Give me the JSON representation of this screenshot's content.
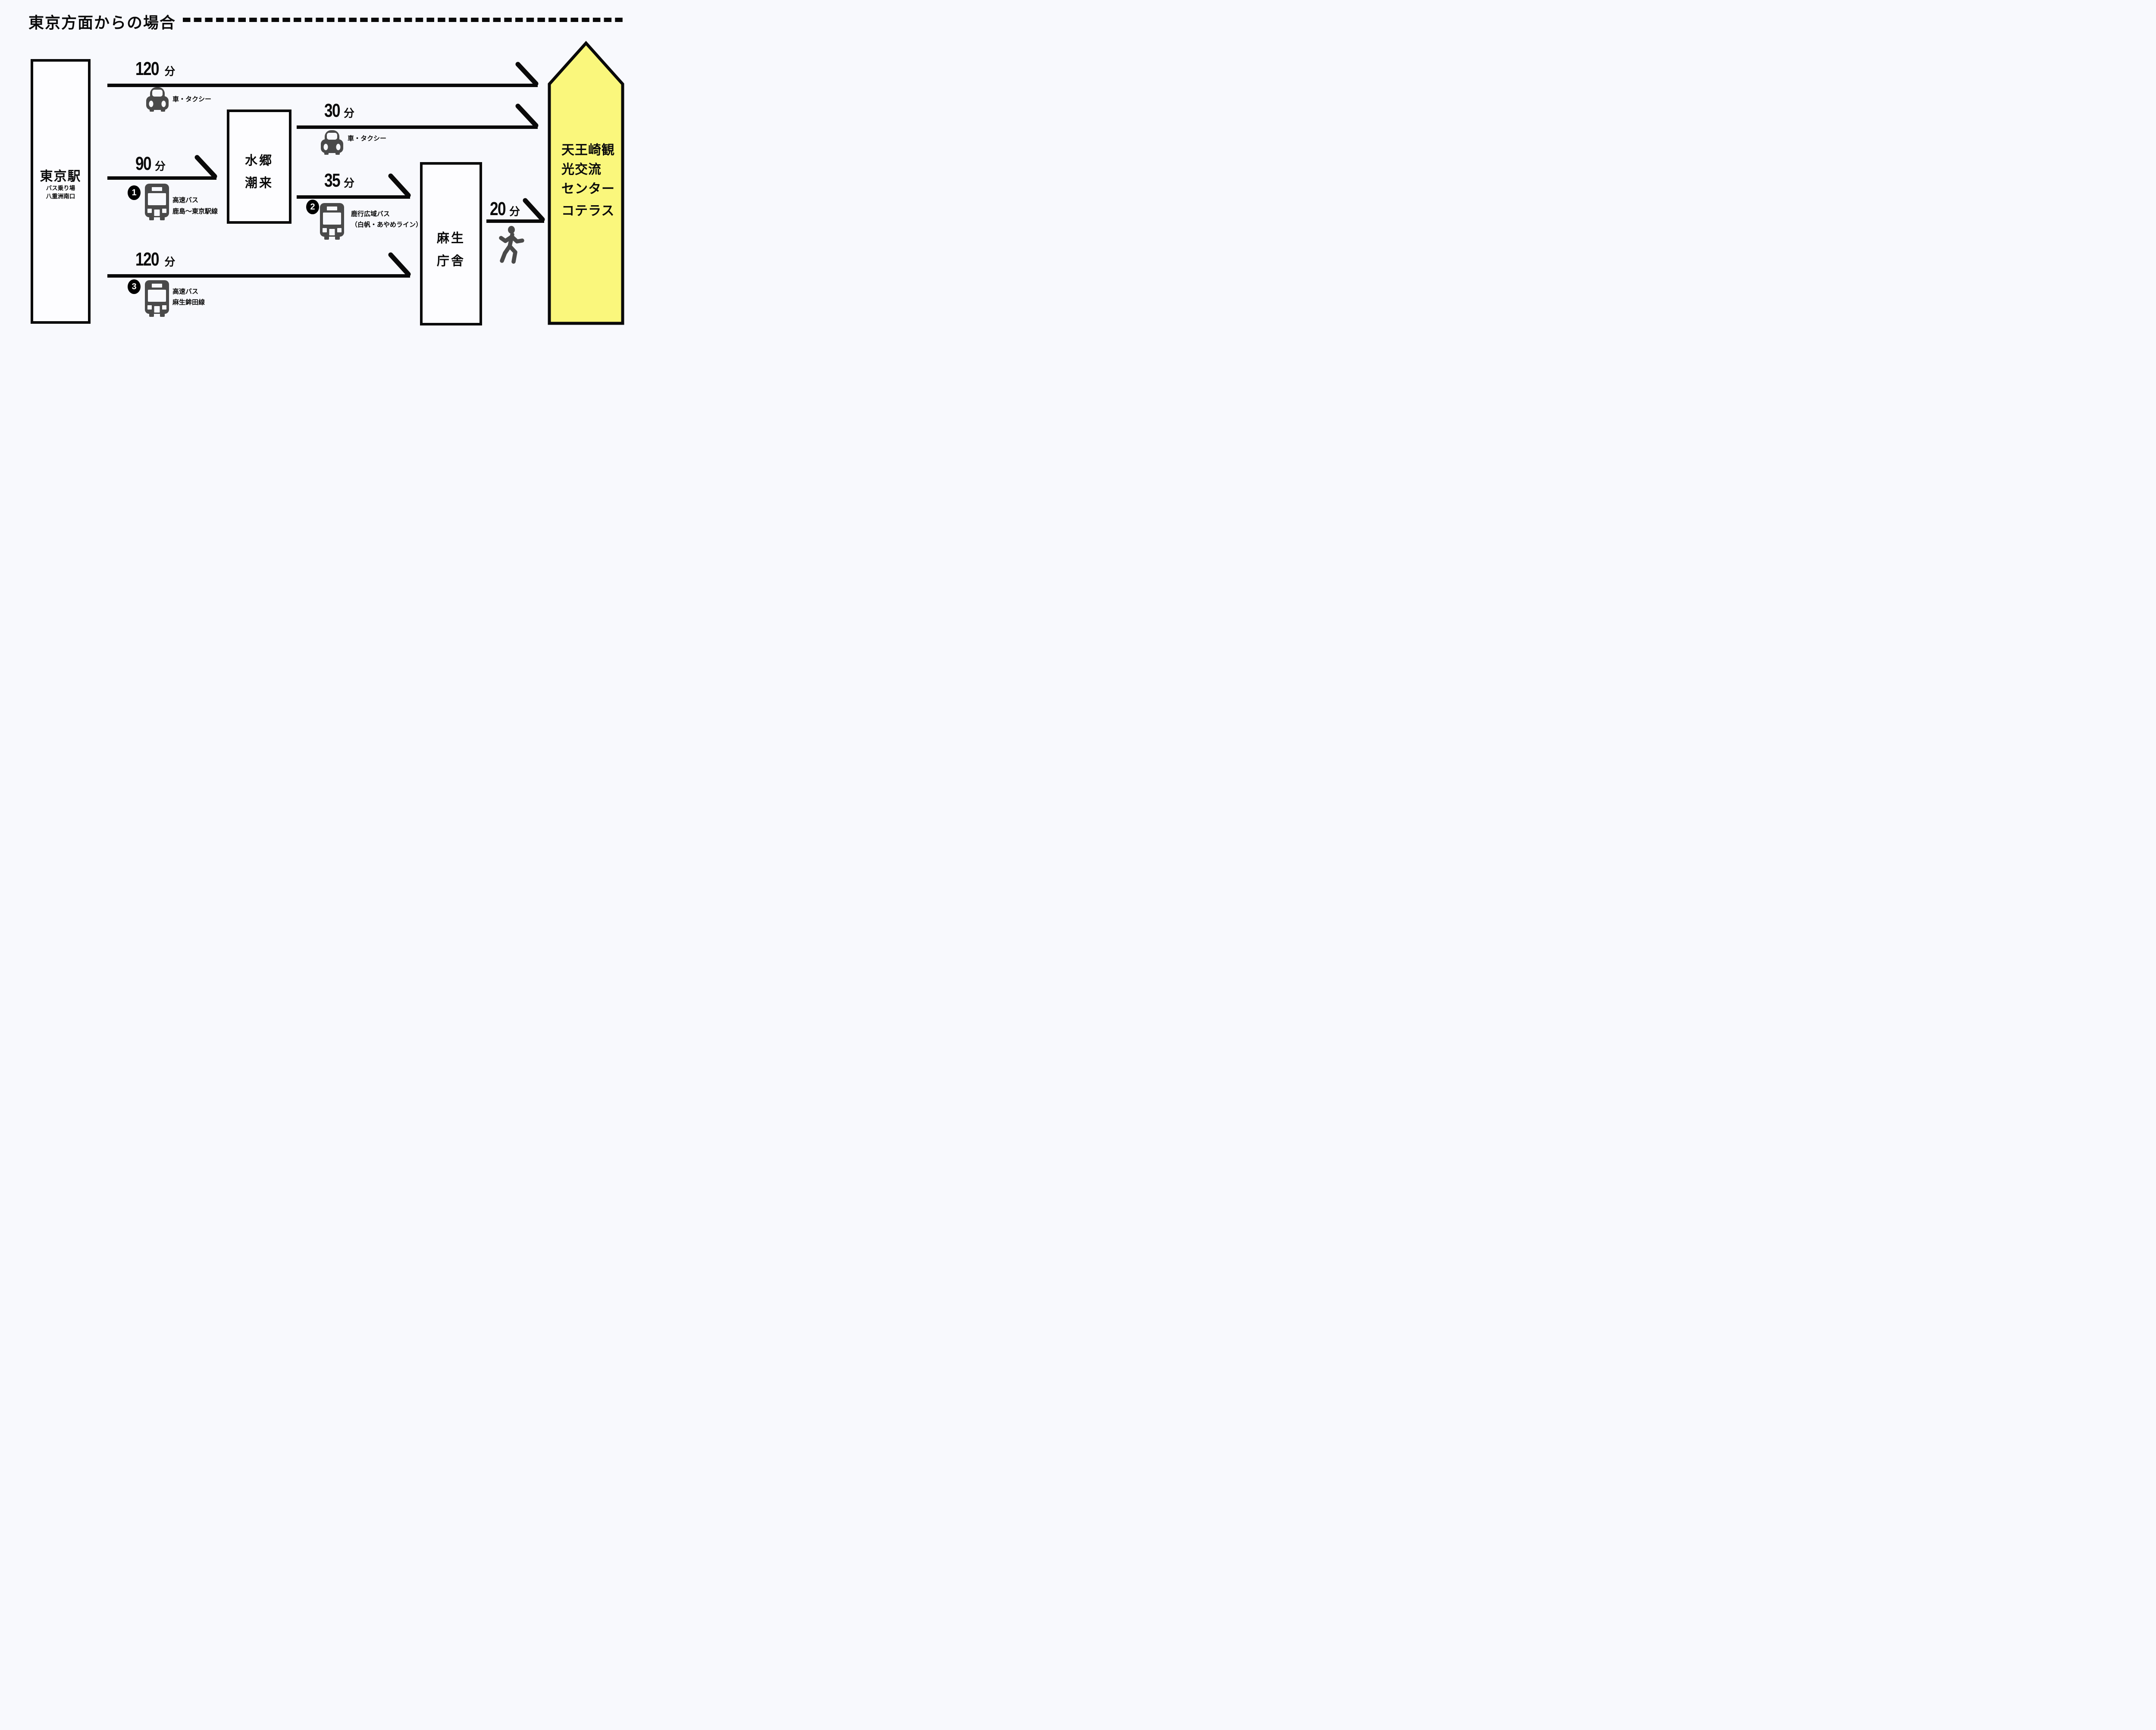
{
  "title": "東京方面からの場合",
  "nodes": {
    "tokyo": {
      "name": "東京駅",
      "sub_line1": "バス乗り場",
      "sub_line2": "八重洲南口"
    },
    "itako": {
      "line1": "水郷",
      "line2": "潮来"
    },
    "aso": {
      "line1": "麻生",
      "line2": "庁舎"
    },
    "destination": {
      "line1": "天王崎観",
      "line2": "光交流",
      "line3": "センター",
      "line4": "コテラス"
    }
  },
  "routes": [
    {
      "duration": "120",
      "unit": "分",
      "mode": "車・タクシー"
    },
    {
      "duration": "90",
      "unit": "分",
      "badge": "1",
      "mode_line1": "高速バス",
      "mode_line2": "鹿島〜東京駅線"
    },
    {
      "duration": "30",
      "unit": "分",
      "mode": "車・タクシー"
    },
    {
      "duration": "35",
      "unit": "分",
      "badge": "2",
      "mode_line1": "鹿行広域バス",
      "mode_line2": "（白帆・あやめライン）"
    },
    {
      "duration": "120",
      "unit": "分",
      "badge": "3",
      "mode_line1": "高速バス",
      "mode_line2": "麻生鉾田線"
    },
    {
      "duration": "20",
      "unit": "分"
    }
  ],
  "icons": {
    "car": "car-icon",
    "bus": "bus-icon",
    "walk": "walking-person-icon"
  },
  "colors": {
    "background": "#f8f9fd",
    "line": "#0a0a0a",
    "icon_gray": "#4a4a4a",
    "destination_fill": "#faf77c"
  }
}
